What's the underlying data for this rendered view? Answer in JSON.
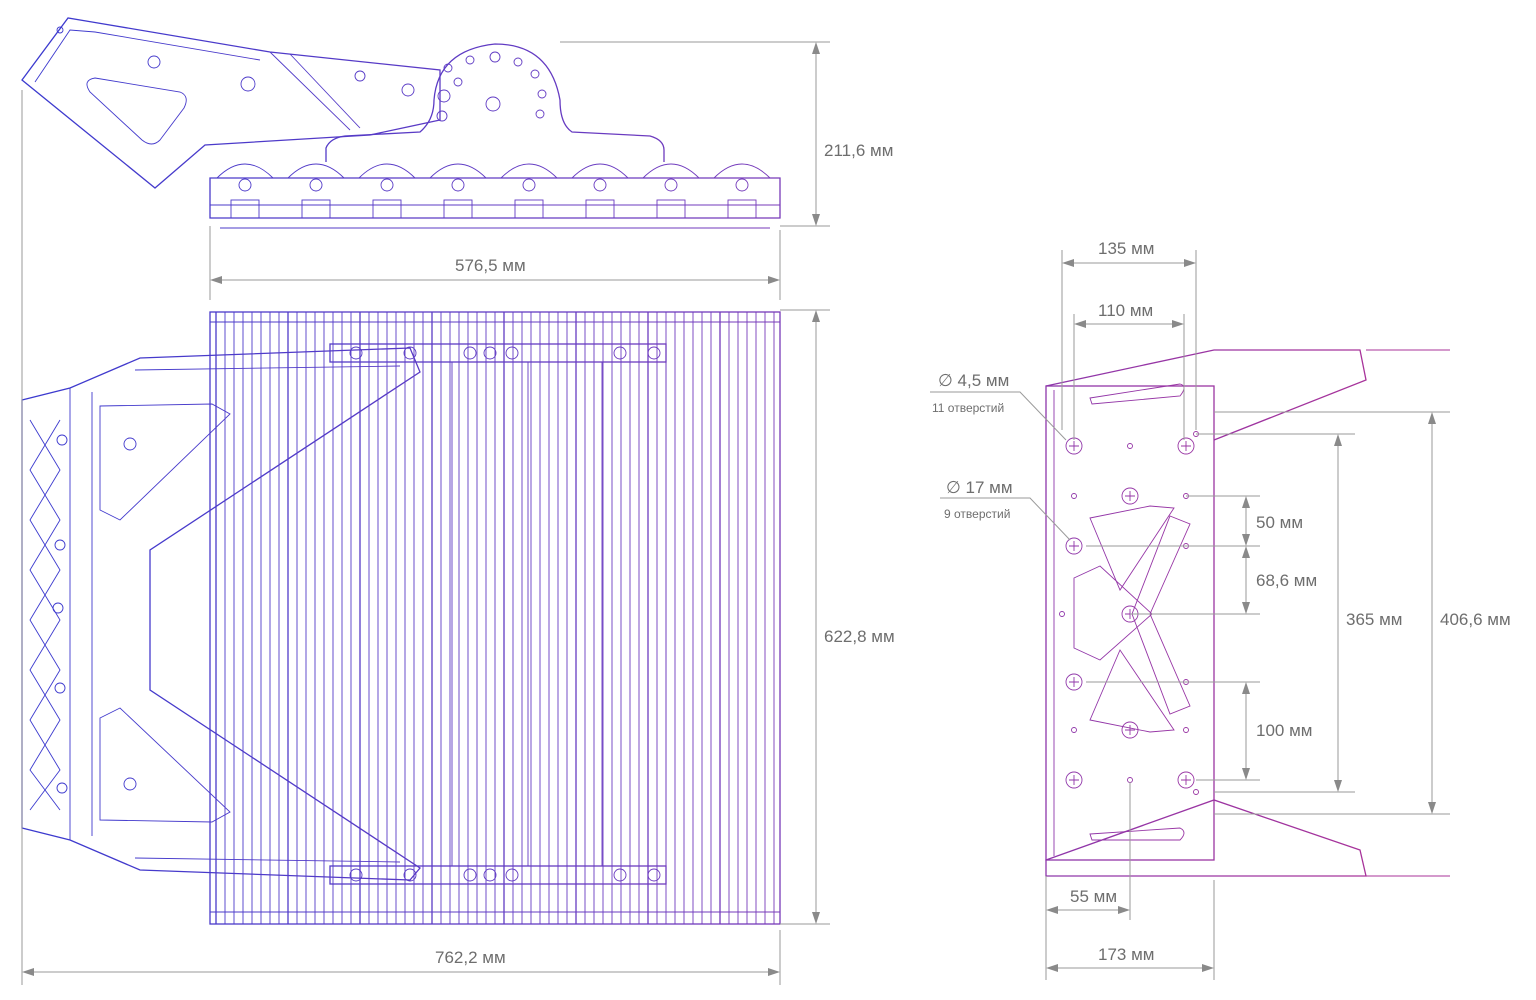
{
  "colors": {
    "line_start": "#3a3acf",
    "line_mid": "#6b3bc0",
    "line_end": "#a8339a",
    "dimension": "#6e6e6e"
  },
  "dimensions": {
    "bracket_height": "211,6 мм",
    "module_width": "576,5 мм",
    "module_height": "622,8 мм",
    "total_width": "762,2 мм",
    "hole_span_outer": "135 мм",
    "hole_span_inner": "110 мм",
    "spacing_50": "50 мм",
    "spacing_68": "68,6 мм",
    "spacing_365": "365 мм",
    "spacing_406": "406,6 мм",
    "spacing_100": "100 мм",
    "offset_55": "55 мм",
    "bracket_depth": "173 мм"
  },
  "notes": {
    "small_hole_diameter": "∅ 4,5 мм",
    "small_hole_count": "11 отверстий",
    "large_hole_diameter": "∅ 17 мм",
    "large_hole_count": "9 отверстий"
  }
}
